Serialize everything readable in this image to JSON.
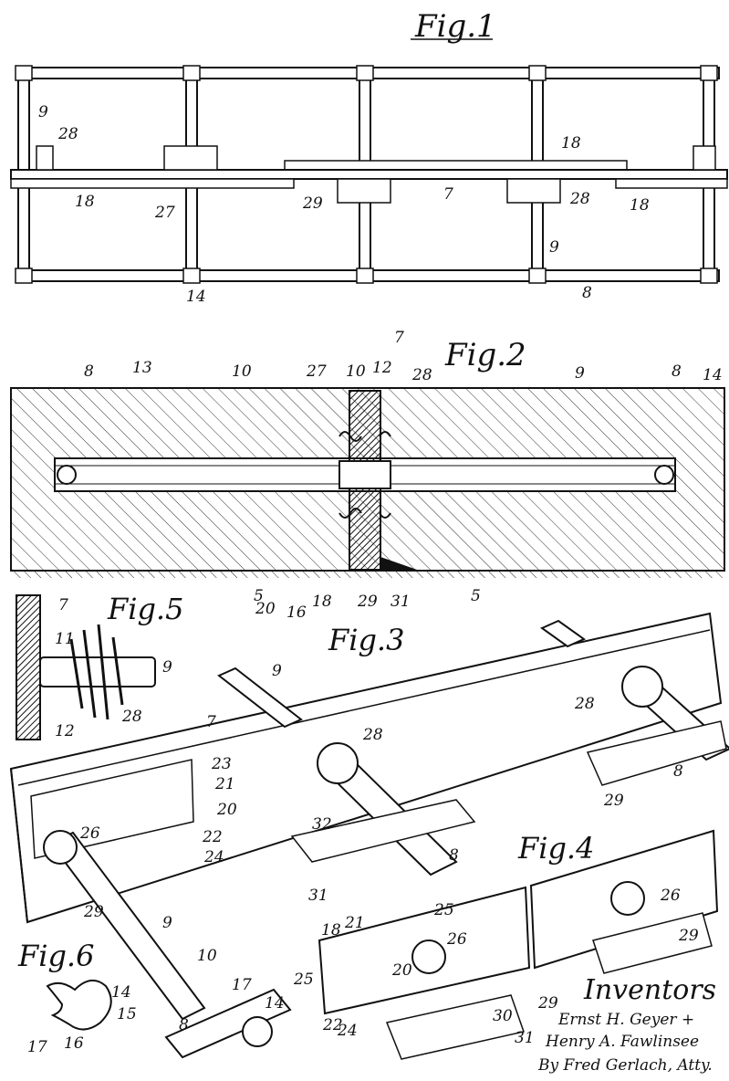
{
  "figures": {
    "fig1": "Fig.1",
    "fig2": "Fig.2",
    "fig3": "Fig.3",
    "fig4": "Fig.4",
    "fig5": "Fig.5",
    "fig6": "Fig.6"
  },
  "labels": {
    "fig1": [
      "9",
      "28",
      "18",
      "18",
      "7",
      "29",
      "27",
      "18",
      "28",
      "9",
      "14",
      "8"
    ],
    "fig2": [
      "7",
      "8",
      "13",
      "10",
      "27",
      "10",
      "12",
      "28",
      "9",
      "8",
      "14",
      "5",
      "20",
      "16",
      "18",
      "29",
      "31",
      "5"
    ],
    "fig5": [
      "7",
      "11",
      "9",
      "28",
      "12"
    ],
    "fig3": [
      "9",
      "7",
      "28",
      "28",
      "8",
      "23",
      "21",
      "20",
      "26",
      "22",
      "24",
      "32",
      "31",
      "8",
      "29",
      "29",
      "9",
      "10",
      "17",
      "14",
      "8"
    ],
    "fig6": [
      "14",
      "15",
      "16",
      "17"
    ],
    "fig4": [
      "25",
      "26",
      "18",
      "21",
      "20",
      "25",
      "29",
      "30",
      "29",
      "22",
      "24",
      "31",
      "26"
    ]
  },
  "signature": {
    "heading": "Inventors",
    "names": [
      "Ernst H. Geyer +",
      "Henry A. Fawlinsee"
    ],
    "attorney": "By Fred Gerlach, Atty."
  }
}
